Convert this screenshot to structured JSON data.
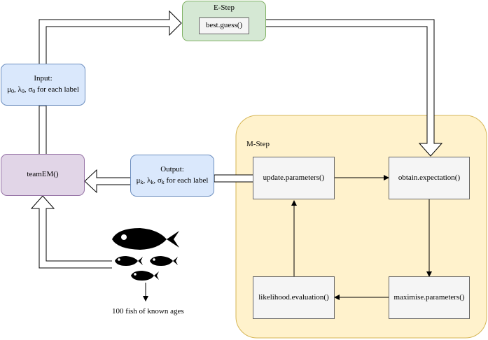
{
  "estep": {
    "title": "E-Step",
    "method": "best.guess()"
  },
  "input": {
    "heading": "Input:",
    "params": [
      "μ",
      "λ",
      "σ"
    ],
    "subscript": "0",
    "suffix": " for each label"
  },
  "output": {
    "heading": "Output:",
    "params": [
      "μ",
      "λ",
      "σ"
    ],
    "subscript": "k",
    "suffix": " for each label"
  },
  "teamem": {
    "label": "teamEM()"
  },
  "mstep": {
    "title": "M-Step",
    "update": "update.parameters()",
    "obtain": "obtain.expectation()",
    "maximise": "maximise.parameters()",
    "likelihood": "likelihood.evaluation()"
  },
  "fish": {
    "caption": "100 fish of known ages",
    "icon": "fish-icon"
  },
  "colors": {
    "estep_fill": "#d5e8d4",
    "estep_border": "#82b366",
    "blue_fill": "#dae8fc",
    "blue_border": "#6c8ebf",
    "purple_fill": "#e1d5e7",
    "purple_border": "#9673a6",
    "mstep_fill": "#fff2cc",
    "mstep_border": "#d6b656",
    "grey_fill": "#f5f5f5",
    "grey_border": "#666666"
  }
}
